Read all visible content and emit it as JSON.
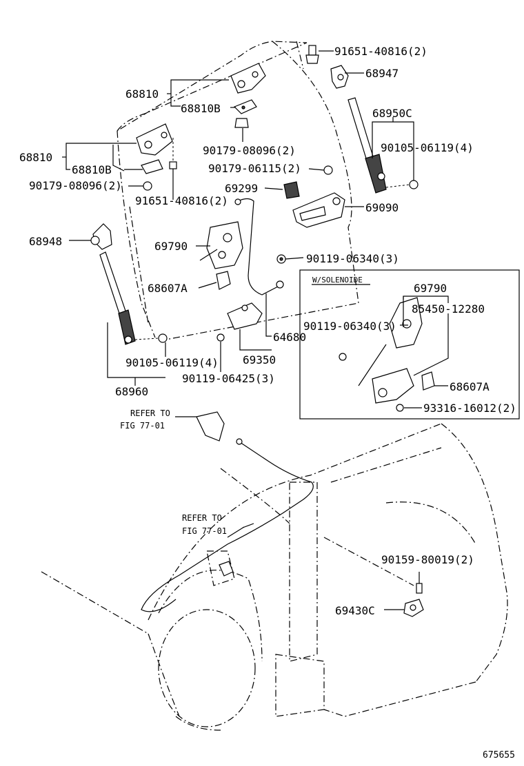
{
  "labels": {
    "p91651_top": "91651-40816(2)",
    "p68947": "68947",
    "p68810_top": "68810",
    "p68810B_top": "68810B",
    "p68950C": "68950C",
    "p90105_right": "90105-06119(4)",
    "p68810_left": "68810",
    "p68810B_left": "68810B",
    "p90179_08096_mid": "90179-08096(2)",
    "p90179_06115": "90179-06115(2)",
    "p90179_08096_left": "90179-08096(2)",
    "p91651_left": "91651-40816(2)",
    "p69299": "69299",
    "p69090": "69090",
    "p68948": "68948",
    "p69790_main": "69790",
    "p90119_06340_main": "90119-06340(3)",
    "p68607A_main": "68607A",
    "p64680": "64680",
    "p69350": "69350",
    "p90105_left": "90105-06119(4)",
    "p90119_06425": "90119-06425(3)",
    "p68960": "68960",
    "inset_title": "W/SOLENOIDE",
    "p69790_inset": "69790",
    "p85450": "85450-12280",
    "p90119_06340_inset": "90119-06340(3)",
    "p68607A_inset": "68607A",
    "p93316": "93316-16012(2)",
    "refer1_a": "REFER TO",
    "refer1_b": "FIG 77-01",
    "refer2_a": "REFER TO",
    "refer2_b": "FIG 77-01",
    "p90159": "90159-80019(2)",
    "p69430C": "69430C",
    "diagram_id": "675655"
  }
}
